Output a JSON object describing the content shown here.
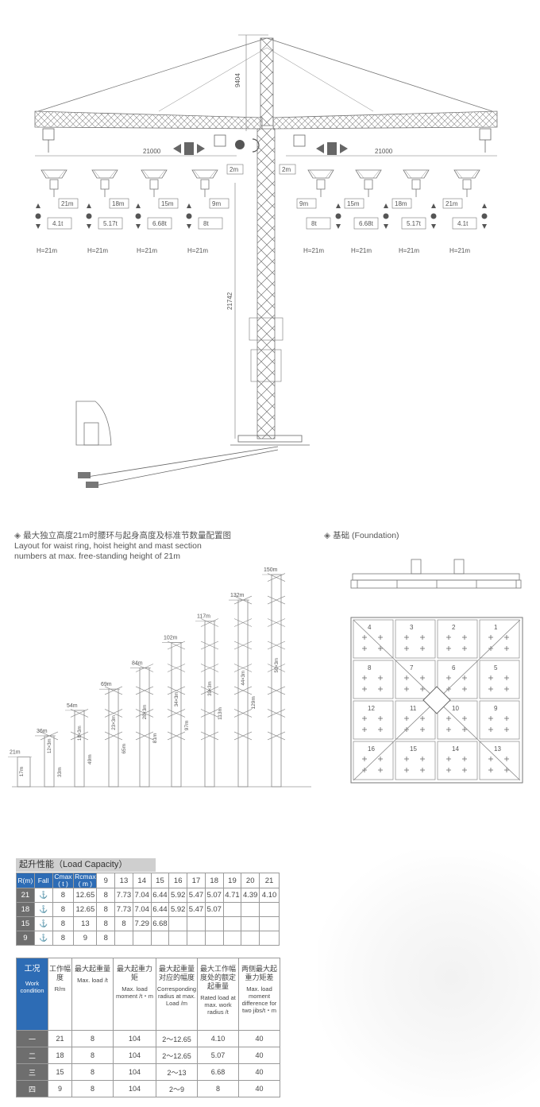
{
  "crane": {
    "mast_top_height": "9404",
    "jib_left_length": "21000",
    "jib_right_length": "21000",
    "mast_height": "21742",
    "offset_label": "2m",
    "left_positions": [
      {
        "radius": "21m",
        "load": "4.1t",
        "height": "H=21m"
      },
      {
        "radius": "18m",
        "load": "5.17t",
        "height": "H=21m"
      },
      {
        "radius": "15m",
        "load": "6.68t",
        "height": "H=21m"
      },
      {
        "radius": "9m",
        "load": "8t",
        "height": "H=21m"
      }
    ],
    "right_positions": [
      {
        "radius": "9m",
        "load": "8t",
        "height": "H=21m"
      },
      {
        "radius": "15m",
        "load": "6.68t",
        "height": "H=21m"
      },
      {
        "radius": "18m",
        "load": "5.17t",
        "height": "H=21m"
      },
      {
        "radius": "21m",
        "load": "4.1t",
        "height": "H=21m"
      }
    ]
  },
  "layout": {
    "title_cn": "最大独立高度21m时腰环与起身高度及标准节数量配置图",
    "title_en_1": "Layout for waist ring, hoist height and mast section",
    "title_en_2": "numbers at max. free-standing height of 21m",
    "towers": [
      {
        "height": 21,
        "top_label": "21m",
        "section": "17m",
        "mast_label": "",
        "sec_label": "",
        "ties": 0
      },
      {
        "height": 36,
        "top_label": "36m",
        "section": "",
        "mast_label": "33m",
        "sec_label": "12×3m",
        "ties": 1
      },
      {
        "height": 54,
        "top_label": "54m",
        "section": "",
        "mast_label": "49m",
        "sec_label": "18×3m",
        "ties": 2
      },
      {
        "height": 69,
        "top_label": "69m",
        "section": "",
        "mast_label": "65m",
        "sec_label": "23×3m",
        "ties": 3
      },
      {
        "height": 84,
        "top_label": "84m",
        "section": "",
        "mast_label": "81m",
        "sec_label": "28×3m",
        "ties": 4
      },
      {
        "height": 102,
        "top_label": "102m",
        "section": "",
        "mast_label": "97m",
        "sec_label": "34×3m",
        "ties": 5
      },
      {
        "height": 117,
        "top_label": "117m",
        "section": "",
        "mast_label": "113m",
        "sec_label": "39×3m",
        "ties": 6
      },
      {
        "height": 132,
        "top_label": "132m",
        "section": "",
        "mast_label": "129m",
        "sec_label": "44×3m",
        "ties": 7
      },
      {
        "height": 150,
        "top_label": "150m",
        "section": "",
        "mast_label": "",
        "sec_label": "50×3m",
        "ties": 8
      }
    ]
  },
  "foundation": {
    "title": "基础 (Foundation)",
    "block_numbers": [
      "4",
      "3",
      "2",
      "1",
      "8",
      "7",
      "6",
      "5",
      "12",
      "11",
      "10",
      "9",
      "16",
      "15",
      "14",
      "13"
    ]
  },
  "load_capacity": {
    "title": "起升性能（Load Capacity）",
    "headers": [
      "R(m)",
      "Fall",
      "Cmax\n( t )",
      "Rcmax\n( m )",
      "9",
      "13",
      "14",
      "15",
      "16",
      "17",
      "18",
      "19",
      "20",
      "21"
    ],
    "rows": [
      [
        "21",
        "",
        "8",
        "12.65",
        "8",
        "7.73",
        "7.04",
        "6.44",
        "5.92",
        "5.47",
        "5.07",
        "4.71",
        "4.39",
        "4.10"
      ],
      [
        "18",
        "",
        "8",
        "12.65",
        "8",
        "7.73",
        "7.04",
        "6.44",
        "5.92",
        "5.47",
        "5.07",
        "",
        "",
        ""
      ],
      [
        "15",
        "",
        "8",
        "13",
        "8",
        "8",
        "7.29",
        "6.68",
        "",
        "",
        "",
        "",
        "",
        ""
      ],
      [
        "9",
        "",
        "8",
        "9",
        "8",
        "",
        "",
        "",
        "",
        "",
        "",
        "",
        "",
        ""
      ]
    ]
  },
  "work_condition": {
    "header_cn": "工况",
    "header_en": "Work condition",
    "columns": [
      {
        "cn": "工作幅度",
        "en": "R/m"
      },
      {
        "cn": "最大起重量",
        "en": "Max. load /t"
      },
      {
        "cn": "最大起重力矩",
        "en": "Max. load moment /t・m"
      },
      {
        "cn": "最大起重量对应的幅度",
        "en": "Corresponding radius at max. Load /m"
      },
      {
        "cn": "最大工作幅度处的额定起重量",
        "en": "Rated load at max. work radius /t"
      },
      {
        "cn": "两侧最大起重力矩差",
        "en": "Max. load moment difference for two jibs/t・m"
      }
    ],
    "rows": [
      [
        "一",
        "21",
        "8",
        "104",
        "2～12.65",
        "4.10",
        "40"
      ],
      [
        "二",
        "18",
        "8",
        "104",
        "2～12.65",
        "5.07",
        "40"
      ],
      [
        "三",
        "15",
        "8",
        "104",
        "2～13",
        "6.68",
        "40"
      ],
      [
        "四",
        "9",
        "8",
        "104",
        "2～9",
        "8",
        "40"
      ]
    ]
  }
}
